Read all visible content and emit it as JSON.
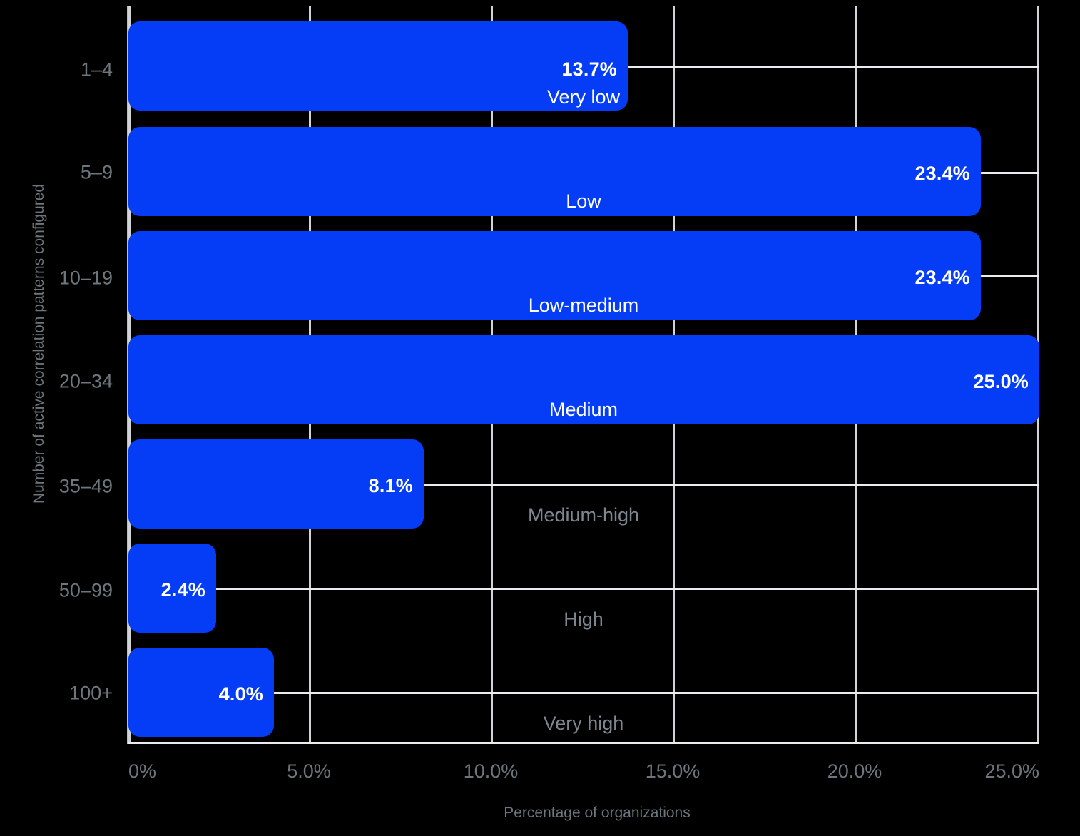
{
  "chart_data": {
    "type": "bar",
    "orientation": "horizontal",
    "title": "",
    "subtitle": "",
    "xlabel": "Percentage of organizations",
    "ylabel": "Number of active correlation patterns configured",
    "categories": [
      "1–4",
      "5–9",
      "10–19",
      "20–34",
      "35–49",
      "50–99",
      "100+"
    ],
    "values": [
      13.7,
      23.4,
      23.4,
      25.0,
      8.1,
      2.4,
      4.0
    ],
    "value_labels": [
      "13.7%",
      "23.4%",
      "23.4%",
      "25.0%",
      "8.1%",
      "2.4%",
      "4.0%"
    ],
    "severity_labels": [
      "Very low",
      "Low",
      "Low-medium",
      "Medium",
      "Medium-high",
      "High",
      "Very high"
    ],
    "severity_label_placement": [
      "inside",
      "inside",
      "inside",
      "inside",
      "outside",
      "outside",
      "outside"
    ],
    "xlim": [
      0,
      25.0
    ],
    "xticks": [
      0,
      5.0,
      10.0,
      15.0,
      20.0,
      25.0
    ],
    "xtick_labels": [
      "0%",
      "5.0%",
      "10.0%",
      "15.0%",
      "20.0%",
      "25.0%"
    ],
    "grid": true,
    "legend": null,
    "colors": {
      "bar": "#043DF5",
      "background": "#000000",
      "gridline": "#E9ECEE",
      "axis_spine": "#B9BFC1",
      "tick_text": "#6E767D",
      "value_text": "#FFFFFF",
      "severity_text_outside": "#7E8790"
    }
  }
}
